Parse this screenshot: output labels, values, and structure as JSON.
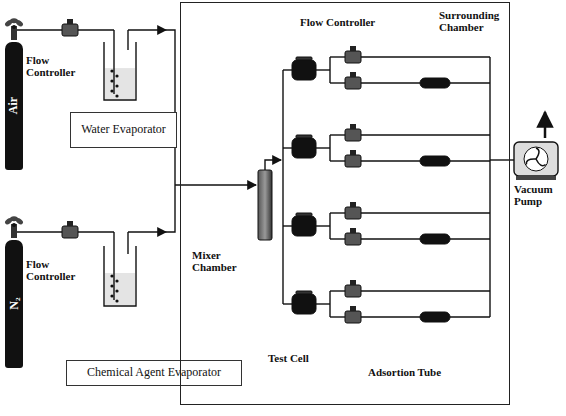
{
  "diagram": {
    "nodes": [
      {
        "text": [
          "Air"
        ]
      },
      {
        "text": [
          "Water Evaporator"
        ]
      },
      {
        "text": [
          "N₂"
        ]
      },
      {
        "text": [
          "Chemical Agent Evaporator"
        ]
      },
      {
        "text": [
          "Surrounding Chamber"
        ]
      }
    ],
    "labels": [
      "Flow Controller",
      "Flow Controller",
      "Mixer Chamber",
      "Flow Controller",
      "Test Cell",
      "Adsortion Tube",
      "Vacuum Pump"
    ]
  }
}
